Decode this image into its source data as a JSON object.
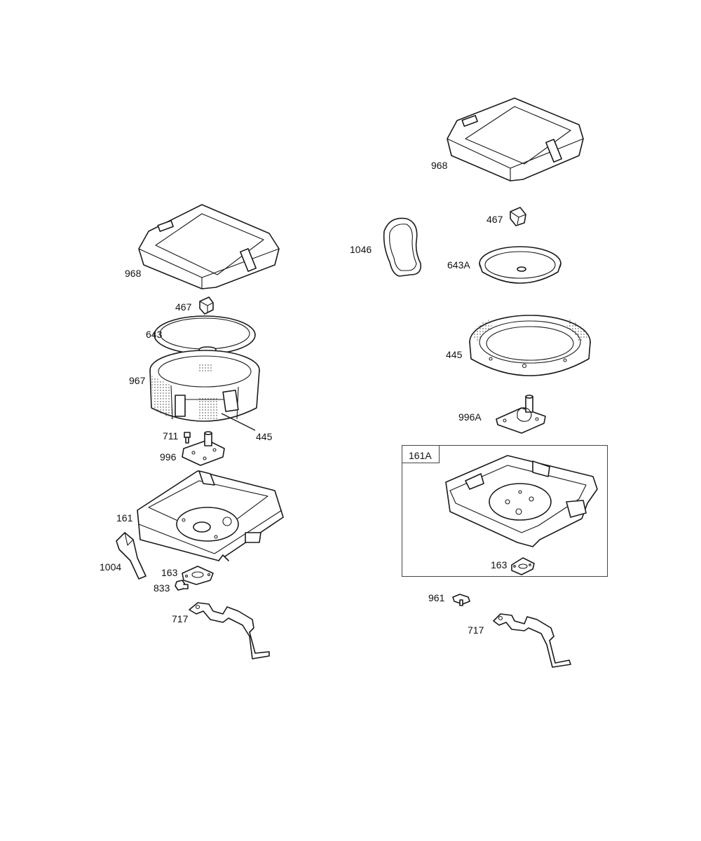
{
  "left_assembly": {
    "labels": {
      "cover": "968",
      "knob": "467",
      "cover_plate": "643",
      "pre_cleaner": "967",
      "filter": "445",
      "screw": "711",
      "bracket_plate": "996",
      "base": "161",
      "breather_tube": "1004",
      "gasket": "163",
      "bolt": "833",
      "support_bracket": "717"
    }
  },
  "right_assembly": {
    "labels": {
      "cover": "968",
      "seal": "1046",
      "knob": "467",
      "cover_plate": "643A",
      "filter": "445",
      "bracket_plate": "996A",
      "base_kit": "161A",
      "gasket": "163",
      "screw": "961",
      "support_bracket": "717"
    }
  }
}
